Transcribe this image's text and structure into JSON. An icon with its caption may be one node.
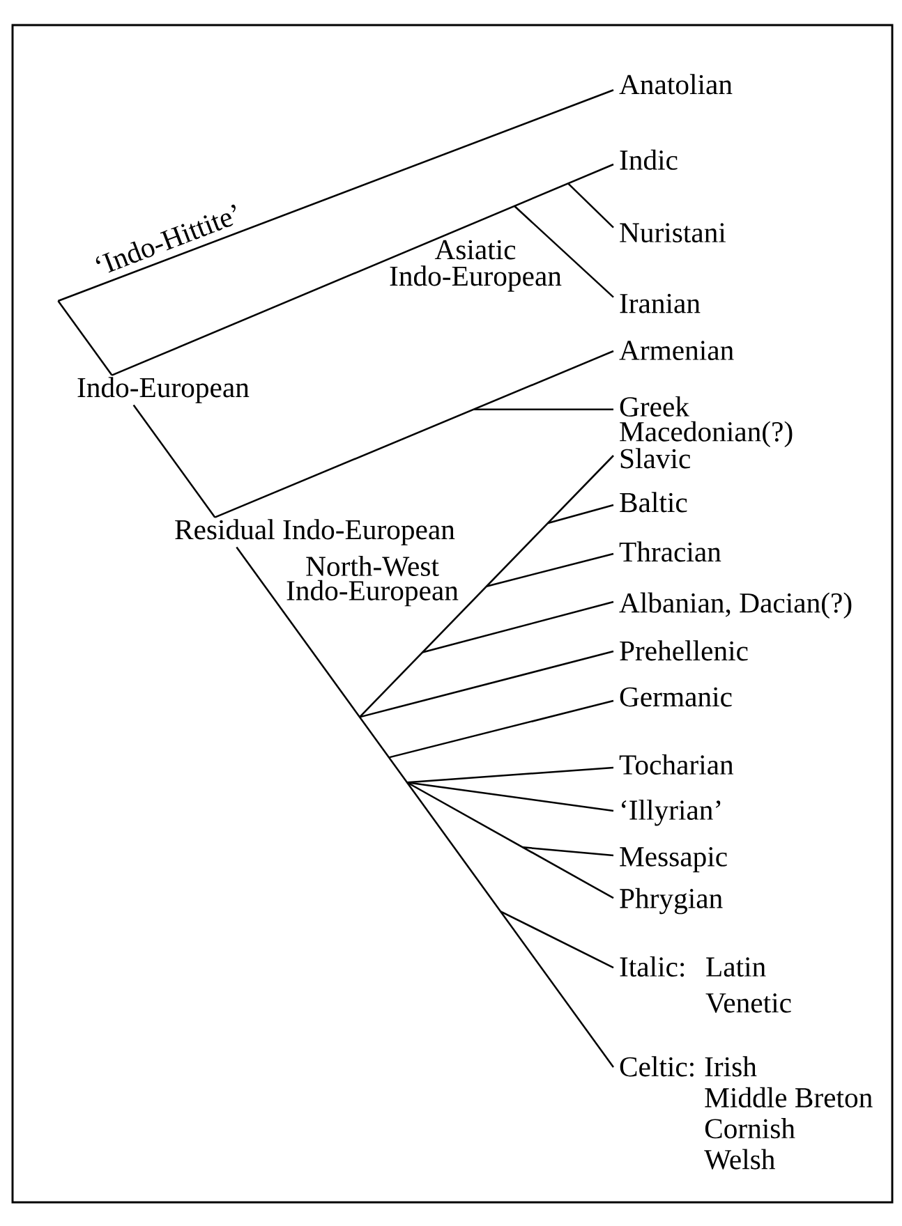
{
  "diagram": {
    "nodes": [
      {
        "text": [
          "Anatolian"
        ]
      },
      {
        "text": [
          "Indic"
        ]
      },
      {
        "text": [
          "Nuristani"
        ]
      },
      {
        "text": [
          "Iranian"
        ]
      },
      {
        "text": [
          "Armenian"
        ]
      },
      {
        "text": [
          "Indo-European"
        ]
      },
      {
        "text": [
          "Greek",
          "Macedonian(?)"
        ]
      },
      {
        "text": [
          "Slavic"
        ]
      },
      {
        "text": [
          "Baltic"
        ]
      },
      {
        "text": [
          "Residual Indo-European"
        ]
      },
      {
        "text": [
          "Thracian"
        ]
      },
      {
        "text": [
          "Albanian, Dacian(?)"
        ]
      },
      {
        "text": [
          "Prehellenic"
        ]
      },
      {
        "text": [
          "Germanic"
        ]
      },
      {
        "text": [
          "Tocharian"
        ]
      },
      {
        "text": [
          "‘Illyrian’"
        ]
      },
      {
        "text": [
          "Messapic"
        ]
      },
      {
        "text": [
          "Phrygian"
        ]
      },
      {
        "text": [
          "Italic:",
          "Latin",
          "Venetic"
        ]
      },
      {
        "text": [
          "Celtic:",
          "Irish",
          "Middle Breton",
          "Cornish",
          "Welsh"
        ]
      }
    ],
    "edges": [
      {
        "from": null,
        "to": 0,
        "arrow": "none"
      },
      {
        "from": null,
        "to": 5,
        "arrow": "none"
      },
      {
        "from": 5,
        "to": 1,
        "arrow": "none"
      },
      {
        "from": null,
        "to": 2,
        "arrow": "none"
      },
      {
        "from": null,
        "to": 3,
        "arrow": "none"
      },
      {
        "from": 9,
        "to": 4,
        "arrow": "none"
      },
      {
        "from": 5,
        "to": 9,
        "arrow": "none"
      },
      {
        "from": null,
        "to": 6,
        "arrow": "none"
      },
      {
        "from": 9,
        "to": 19,
        "arrow": "none"
      },
      {
        "from": null,
        "to": 7,
        "arrow": "none"
      },
      {
        "from": null,
        "to": 8,
        "arrow": "none"
      },
      {
        "from": null,
        "to": 10,
        "arrow": "none"
      },
      {
        "from": null,
        "to": 11,
        "arrow": "none"
      },
      {
        "from": null,
        "to": 12,
        "arrow": "none"
      },
      {
        "from": null,
        "to": 13,
        "arrow": "none"
      },
      {
        "from": null,
        "to": 14,
        "arrow": "none"
      },
      {
        "from": null,
        "to": 15,
        "arrow": "none"
      },
      {
        "from": null,
        "to": 17,
        "arrow": "none"
      },
      {
        "from": null,
        "to": 16,
        "arrow": "none"
      },
      {
        "from": null,
        "to": 18,
        "arrow": "none"
      }
    ],
    "labels": [
      "‘Indo-Hittite’",
      "Asiatic Indo-European",
      "North-West Indo-European"
    ]
  }
}
